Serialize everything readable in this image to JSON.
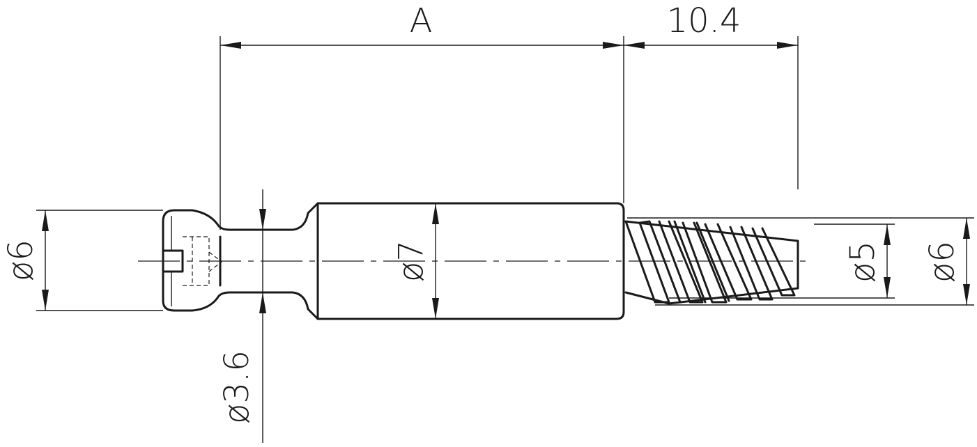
{
  "dimensions": {
    "length_a": "A",
    "thread_length": "10.4",
    "head_diameter": "ø6",
    "neck_diameter": "ø3.6",
    "body_diameter": "ø7",
    "thread_core_diameter": "ø5",
    "thread_outer_diameter": "ø6"
  },
  "colors": {
    "line": "#1a1a1a",
    "background": "#ffffff"
  }
}
